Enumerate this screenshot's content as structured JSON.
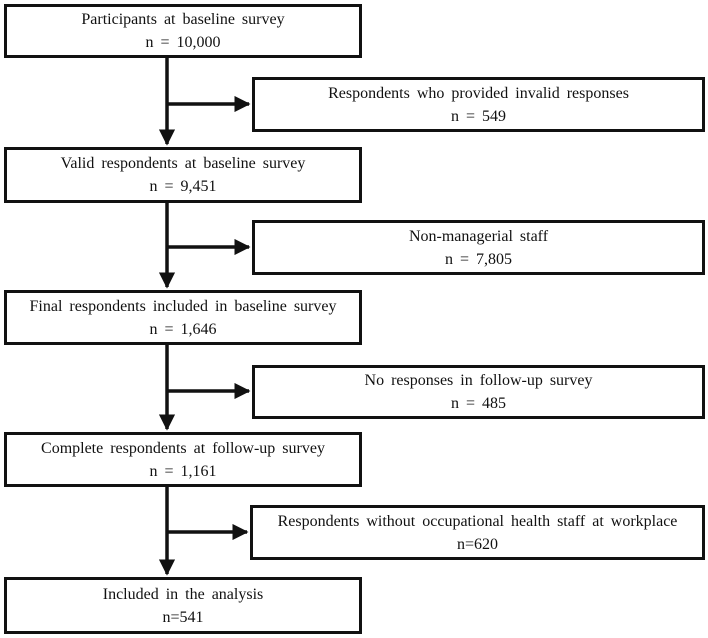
{
  "colors": {
    "ink": "#111111",
    "paper": "#ffffff"
  },
  "diagram": {
    "type": "participant-flowchart",
    "main_boxes": [
      {
        "label": "Participants at baseline survey",
        "count": "n = 10,000"
      },
      {
        "label": "Valid respondents at baseline survey",
        "count": "n = 9,451"
      },
      {
        "label": "Final respondents included in baseline survey",
        "count": "n = 1,646"
      },
      {
        "label": "Complete respondents at follow-up survey",
        "count": "n = 1,161"
      },
      {
        "label": "Included in the analysis",
        "count": "n=541"
      }
    ],
    "side_boxes": [
      {
        "label": "Respondents who provided invalid responses",
        "count": "n = 549"
      },
      {
        "label": "Non-managerial staff",
        "count": "n = 7,805"
      },
      {
        "label": "No responses in follow-up survey",
        "count": "n = 485"
      },
      {
        "label": "Respondents without occupational health staff at workplace",
        "count": "n=620"
      }
    ]
  }
}
